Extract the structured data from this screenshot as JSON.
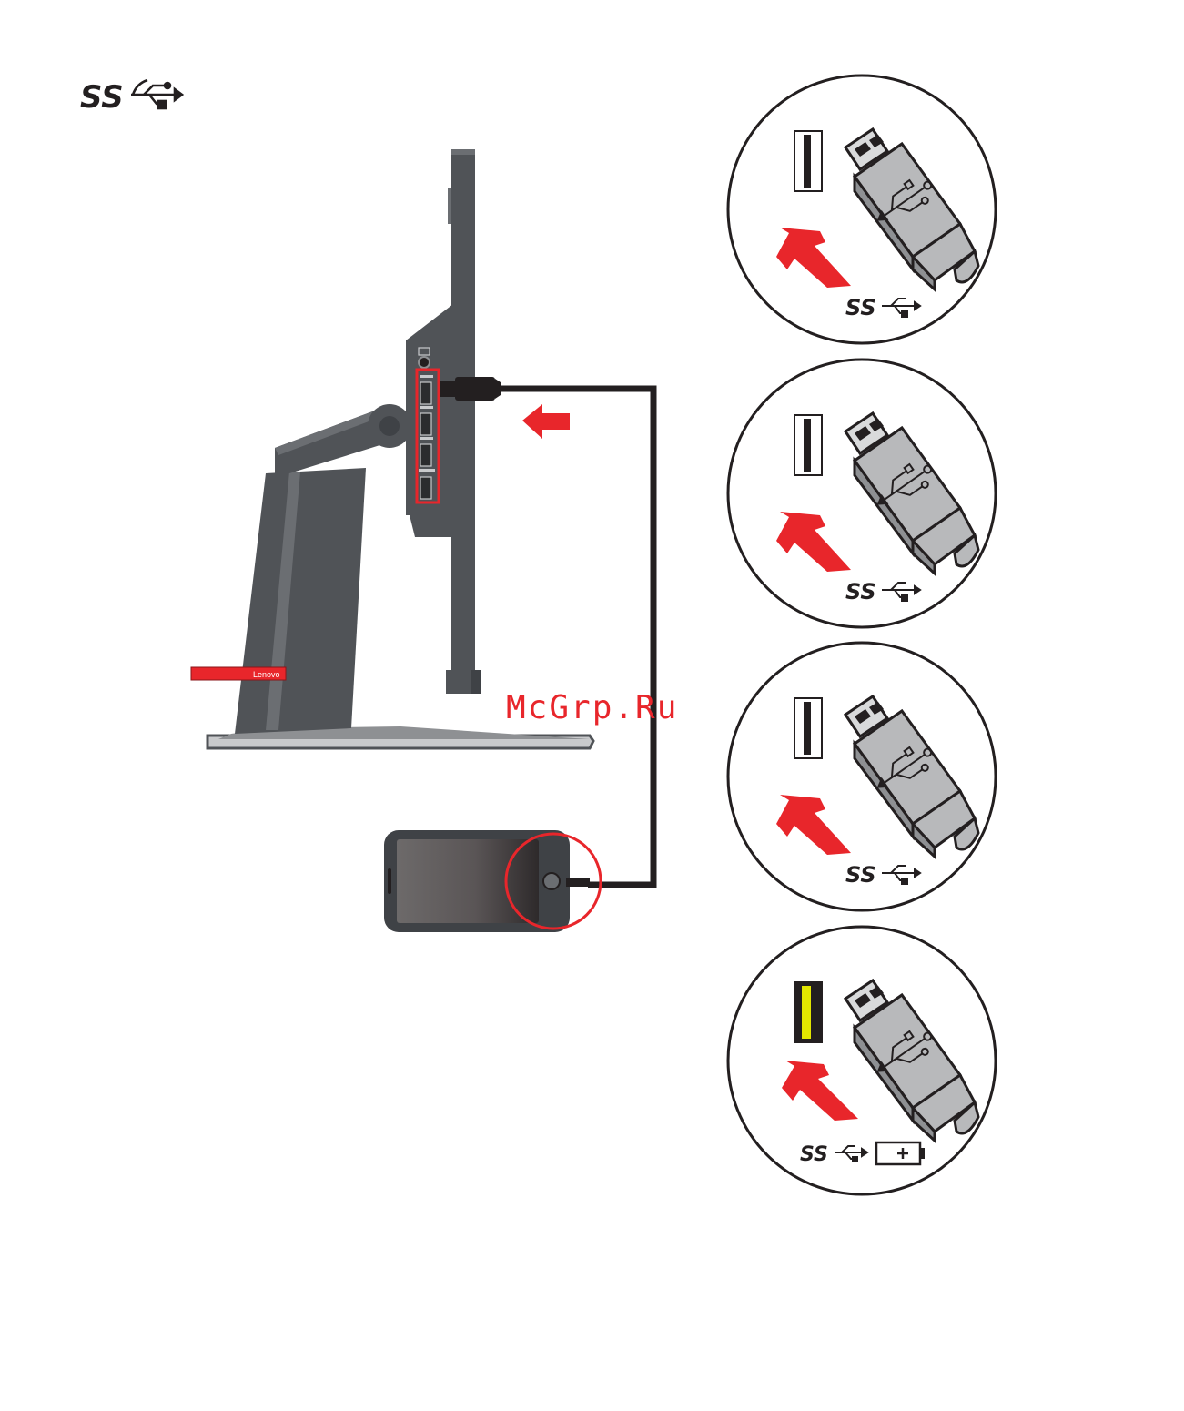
{
  "header": {
    "logo_text": "SS",
    "logo_icon": "usb-superspeed-icon"
  },
  "monitor": {
    "brand_label": "Lenovo",
    "port_count": 4
  },
  "connectors": [
    {
      "logo_text": "SS",
      "port_color": "#ffffff",
      "charging": false
    },
    {
      "logo_text": "SS",
      "port_color": "#ffffff",
      "charging": false
    },
    {
      "logo_text": "SS",
      "port_color": "#ffffff",
      "charging": false
    },
    {
      "logo_text": "SS",
      "port_color": "#e2e600",
      "charging": true
    }
  ],
  "watermark": {
    "text": "McGrp.Ru"
  },
  "colors": {
    "monitor_gray": "#505357",
    "highlight_red": "#e8262b",
    "cable_black": "#231f20",
    "plug_gray": "#b8b9bb",
    "charge_yellow": "#e2e600"
  }
}
